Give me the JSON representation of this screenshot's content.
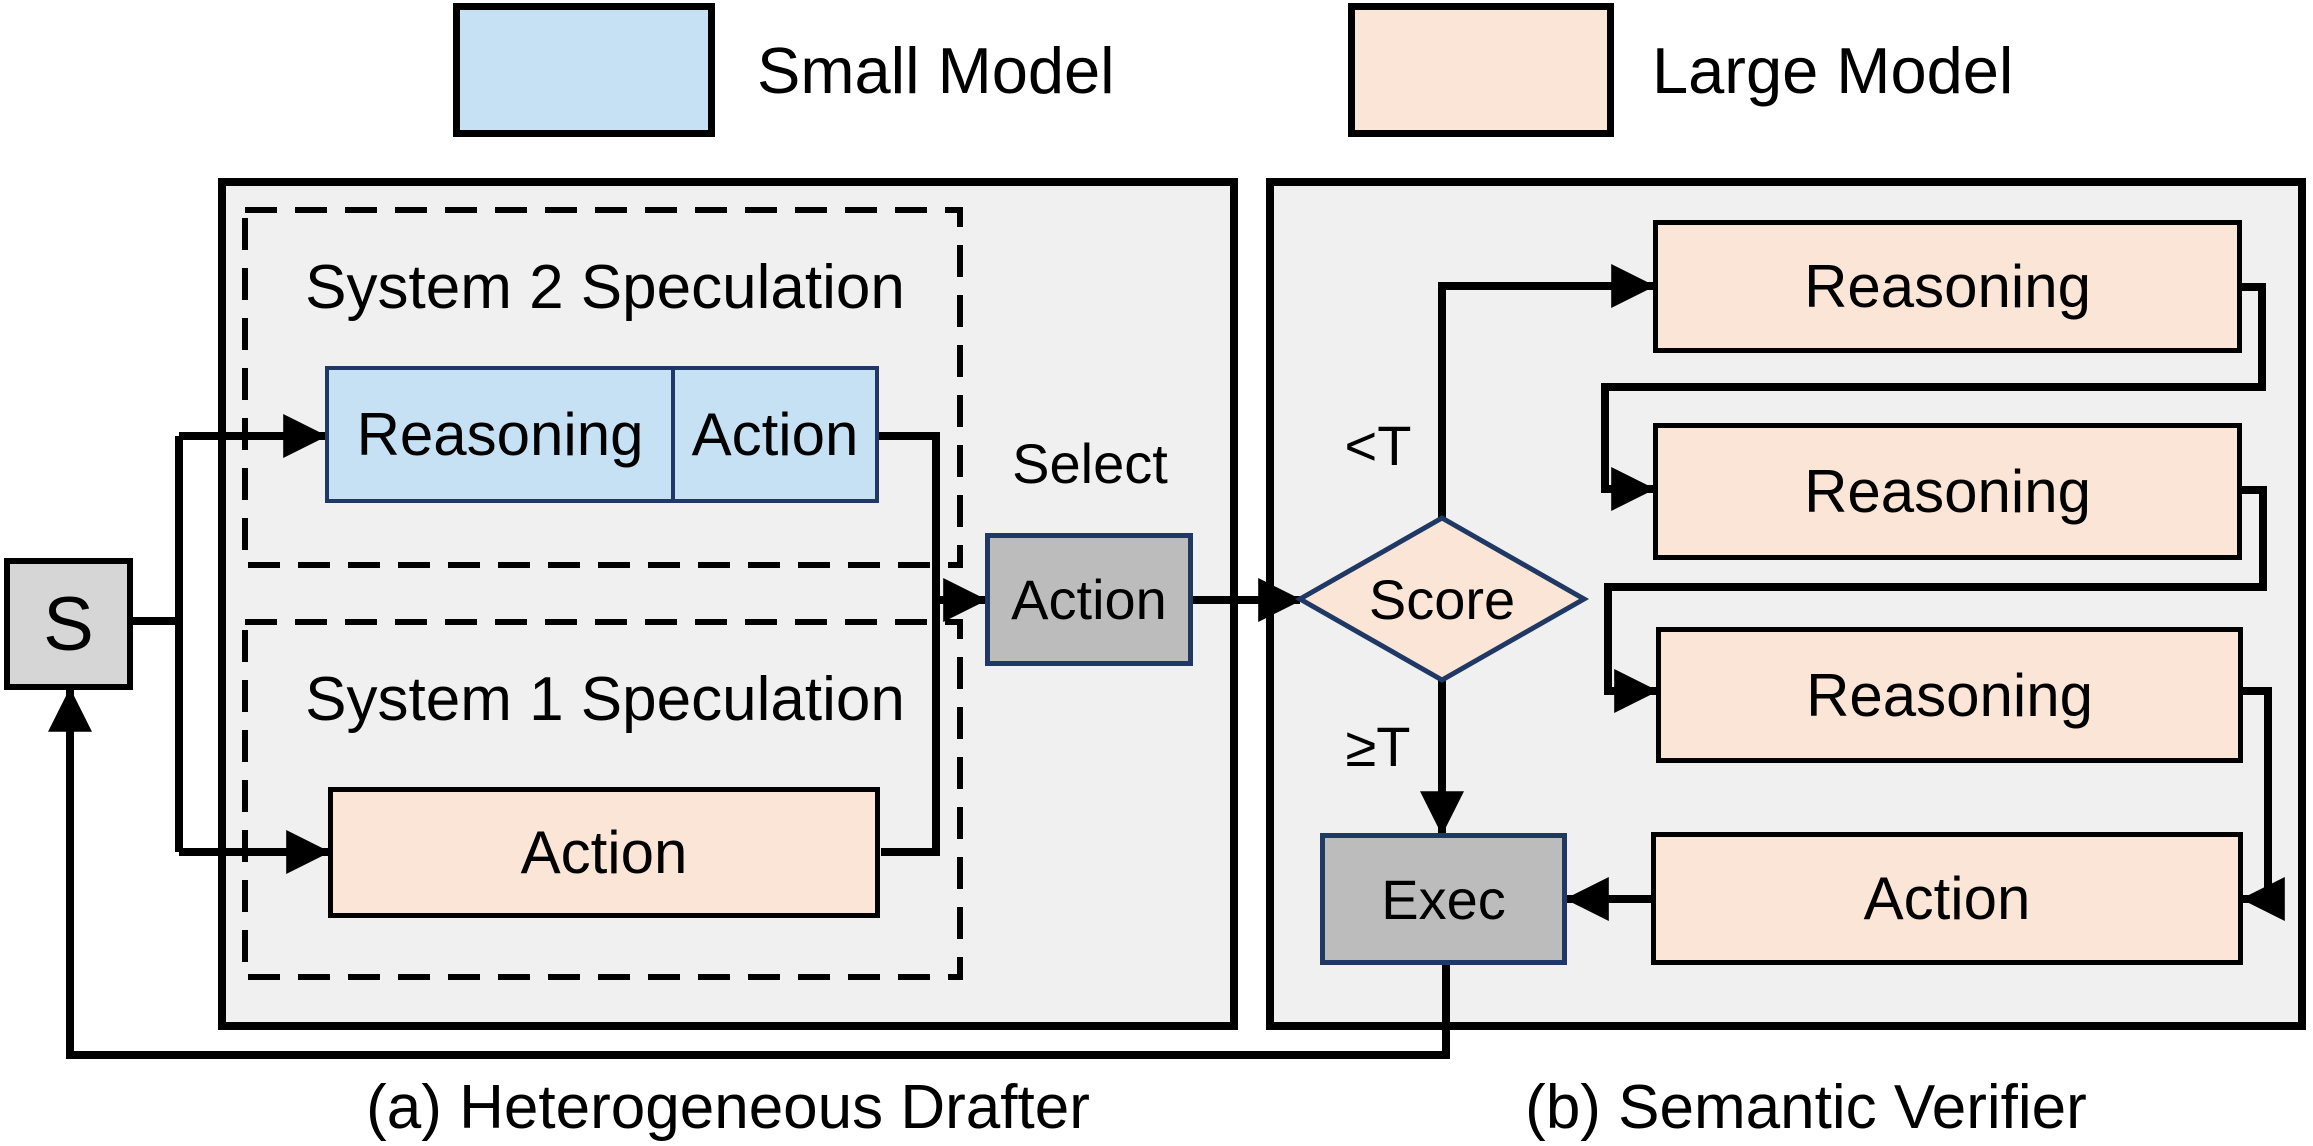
{
  "legend": {
    "small": {
      "label": "Small Model"
    },
    "large": {
      "label": "Large Model"
    }
  },
  "start_node": {
    "label": "S"
  },
  "drafter": {
    "caption": "(a) Heterogeneous Drafter",
    "system2": {
      "title": "System 2 Speculation",
      "reasoning_label": "Reasoning",
      "action_label": "Action"
    },
    "system1": {
      "title": "System 1 Speculation",
      "action_label": "Action"
    },
    "select": {
      "label": "Select",
      "action_label": "Action"
    }
  },
  "verifier": {
    "caption": "(b) Semantic Verifier",
    "score": {
      "label": "Score",
      "below_threshold": "<T",
      "above_threshold": "≥T"
    },
    "reasoning_boxes": [
      "Reasoning",
      "Reasoning",
      "Reasoning"
    ],
    "action_label": "Action",
    "exec_label": "Exec"
  },
  "colors": {
    "panel-bg": "#f0f0f0",
    "small-model-fill": "#c6e1f3",
    "large-model-fill": "#fbe5d6",
    "node-gray-fill": "#bcbcbc",
    "state-gray-fill": "#d6d6d6",
    "navy-border": "#1f3864",
    "line-black": "#000000"
  }
}
